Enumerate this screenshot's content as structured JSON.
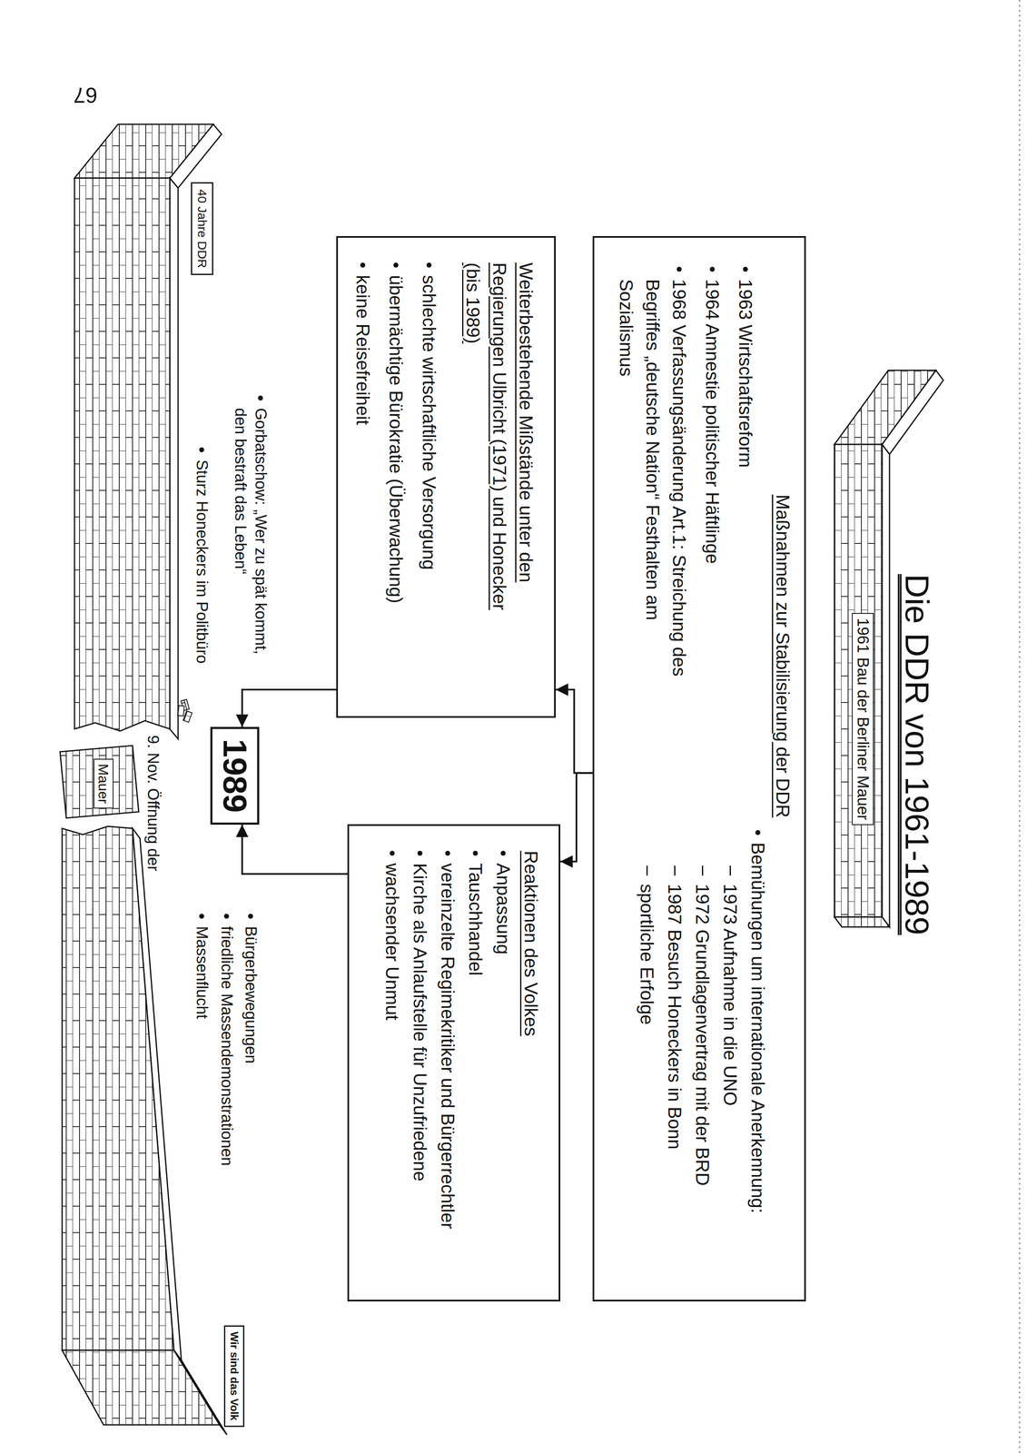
{
  "diagram": {
    "title": "Die DDR von 1961-1989",
    "nodes": [
      {
        "text": [
          "Maßnahmen zur Stabilisierung der DDR",
          "1963 Wirtschaftsreform",
          "1964 Amnestie politischer Häftlinge",
          "1968 Verfassungsänderung Art.1: Streichung des Begriffes „deutsche Nation“ Festhalten am Sozialismus",
          "Bemühungen um internationale Anerkennung:",
          "1973 Aufnahme in die UNO",
          "1972 Grundlagenvertrag mit der BRD",
          "1987 Besuch Honeckers in Bonn",
          "sportliche Erfolge"
        ]
      },
      {
        "text": [
          "Weiterbestehende Mißstände unter den Regierungen Ulbricht (1971) und Honecker (bis 1989)",
          "schlechte wirtschaftliche Versorgung",
          "übermächtige Bürokratie (Überwachung)",
          "keine Reisefreiheit"
        ]
      },
      {
        "text": [
          "Reaktionen des Volkes",
          "Anpassung",
          "Tauschhandel",
          "vereinzelte Regimekritiker und Bürgerrechtler",
          "Kirche als Anlaufstelle für Unzufriedene",
          "wachsender Unmut"
        ]
      },
      {
        "text": [
          "1989"
        ]
      },
      {
        "text": [
          "40 Jahre DDR"
        ]
      },
      {
        "text": [
          "Wir sind das Volk"
        ]
      }
    ],
    "edges": [
      {
        "from": 0,
        "to": 1,
        "arrow": "to"
      },
      {
        "from": 0,
        "to": 2,
        "arrow": "to"
      },
      {
        "from": 1,
        "to": 3,
        "arrow": "to"
      },
      {
        "from": 2,
        "to": 3,
        "arrow": "to"
      }
    ],
    "labels": [
      "1961 Bau der Berliner Mauer",
      "Gorbatschow: „Wer zu spät kommt, den bestraft das Leben“",
      "Sturz Honeckers im Politbüro",
      "9. Nov. Öffnung der",
      "Mauer",
      "Bürgerbewegungen",
      "friedliche Massendemonstrationen",
      "Massenflucht",
      "67"
    ]
  }
}
